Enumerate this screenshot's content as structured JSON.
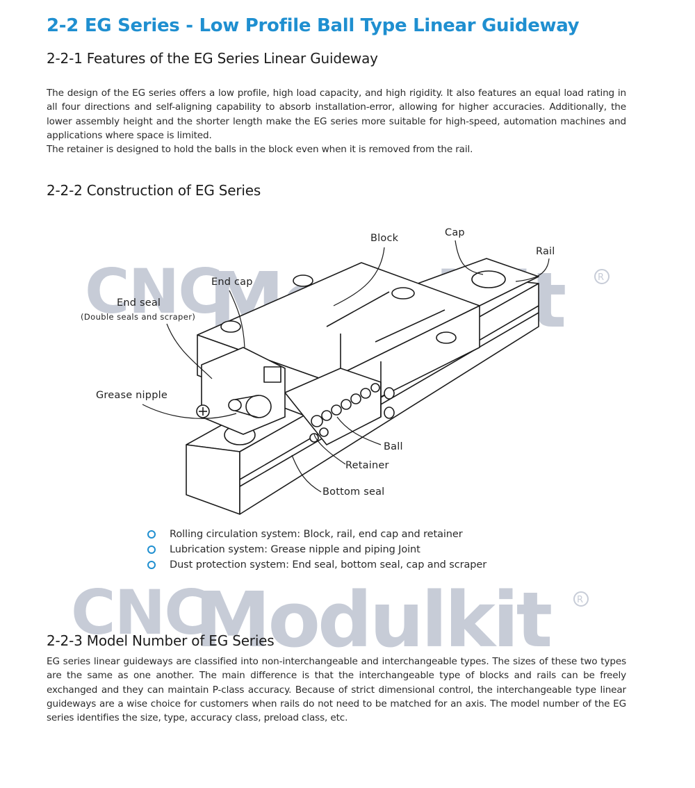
{
  "title": "2-2 EG Series - Low Profile Ball Type Linear Guideway",
  "sections": [
    {
      "heading": "2-2-1 Features of the EG Series Linear Guideway",
      "paragraphs": [
        "The design of the EG series offers a low profile, high load capacity, and high rigidity. It also features an equal load rating in all four directions and self-aligning capability to absorb installation-error, allowing for higher accuracies. Additionally, the lower assembly height and the shorter length make the EG series more suitable for high-speed, automation machines and applications where space is limited.",
        "The retainer is designed to hold the balls in the block even when it is removed from the rail."
      ]
    },
    {
      "heading": "2-2-2 Construction of EG Series"
    },
    {
      "heading": "2-2-3 Model Number of EG Series",
      "paragraphs": [
        "EG series linear guideways are classified into non-interchangeable and interchangeable types. The sizes of these two types are the same as one another. The main difference is that the interchangeable type of blocks and rails can be freely exchanged and they can maintain P-class accuracy. Because of strict dimensional control, the interchangeable type linear guideways are a wise choice for customers when rails do not need to be matched for an axis. The model number of the EG series identifies the size, type, accuracy class, preload class, etc."
      ]
    }
  ],
  "diagram": {
    "labels": {
      "block": "Block",
      "cap": "Cap",
      "rail": "Rail",
      "end_cap": "End cap",
      "end_seal": "End seal",
      "end_seal_note": "(Double seals and scraper)",
      "grease_nipple": "Grease nipple",
      "ball": "Ball",
      "retainer": "Retainer",
      "bottom_seal": "Bottom seal"
    }
  },
  "bullets": [
    "Rolling circulation system: Block, rail, end cap and retainer",
    "Lubrication system: Grease nipple and piping Joint",
    "Dust protection system: End seal, bottom seal, cap and scraper"
  ],
  "watermark": {
    "text_a": "CNC",
    "text_b": "Modulkit",
    "mark": "R",
    "color": "#9aa4b8"
  },
  "accent_color": "#1f8fd0"
}
